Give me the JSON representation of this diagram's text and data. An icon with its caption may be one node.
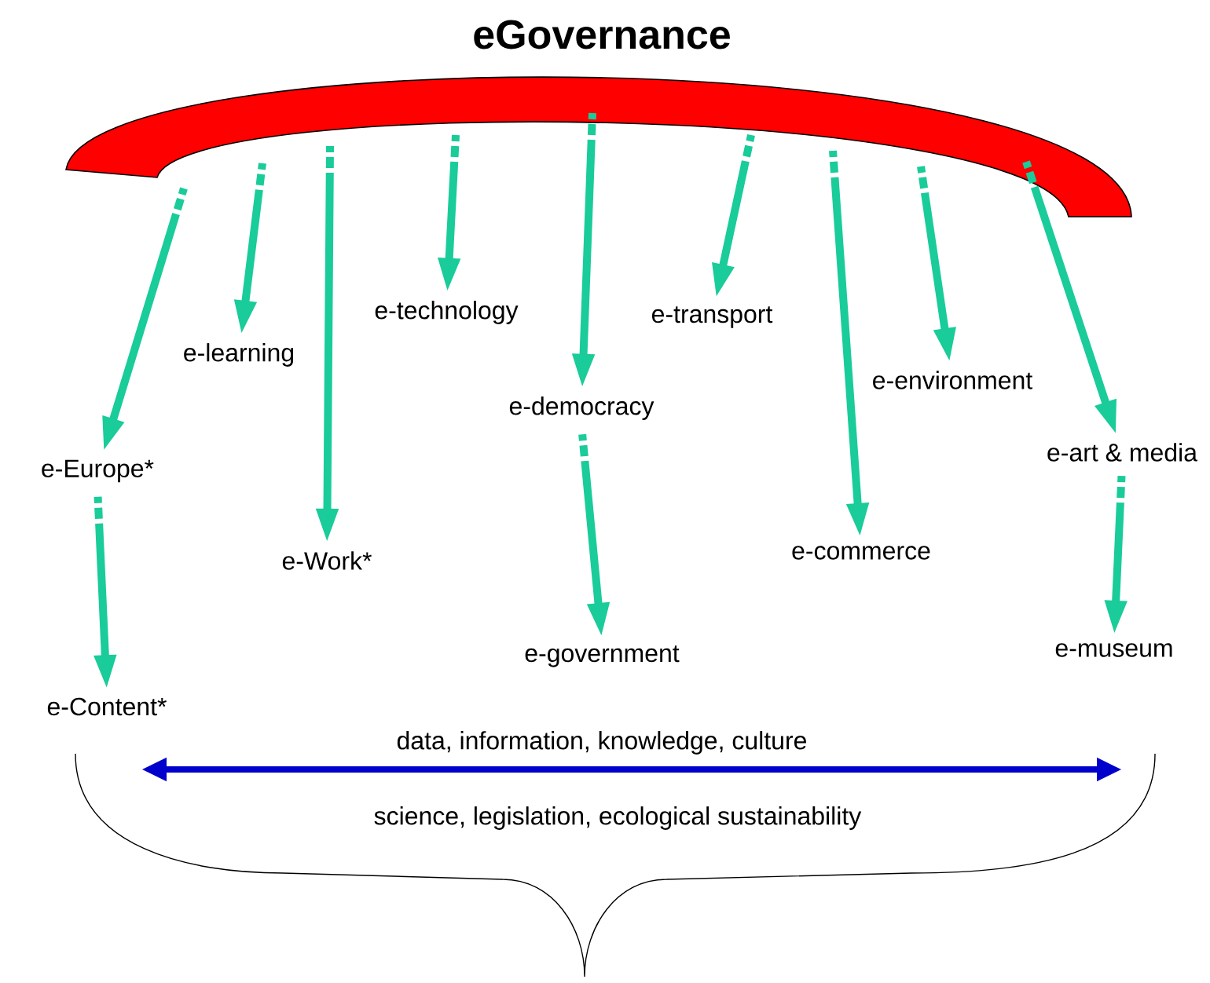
{
  "diagram": {
    "title": "eGovernance",
    "nodes": [
      {
        "text": [
          "e-Europe*"
        ]
      },
      {
        "text": [
          "e-learning"
        ]
      },
      {
        "text": [
          "e-Work*"
        ]
      },
      {
        "text": [
          "e-technology"
        ]
      },
      {
        "text": [
          "e-democracy"
        ]
      },
      {
        "text": [
          "e-transport"
        ]
      },
      {
        "text": [
          "e-commerce"
        ]
      },
      {
        "text": [
          "e-environment"
        ]
      },
      {
        "text": [
          "e-art & media"
        ]
      },
      {
        "text": [
          "e-Content*"
        ]
      },
      {
        "text": [
          "e-government"
        ]
      },
      {
        "text": [
          "e-museum"
        ]
      }
    ],
    "edges": [
      {
        "from": null,
        "to": 0,
        "arrow": "to"
      },
      {
        "from": null,
        "to": 1,
        "arrow": "to"
      },
      {
        "from": null,
        "to": 2,
        "arrow": "to"
      },
      {
        "from": null,
        "to": 3,
        "arrow": "to"
      },
      {
        "from": null,
        "to": 4,
        "arrow": "to"
      },
      {
        "from": null,
        "to": 5,
        "arrow": "to"
      },
      {
        "from": null,
        "to": 6,
        "arrow": "to"
      },
      {
        "from": null,
        "to": 7,
        "arrow": "to"
      },
      {
        "from": null,
        "to": 8,
        "arrow": "to"
      },
      {
        "from": 0,
        "to": 9,
        "arrow": "to"
      },
      {
        "from": 4,
        "to": 10,
        "arrow": "to"
      },
      {
        "from": 8,
        "to": 11,
        "arrow": "to"
      }
    ],
    "labels": [
      "data, information, knowledge, culture",
      "science, legislation, ecological sustainability"
    ]
  }
}
